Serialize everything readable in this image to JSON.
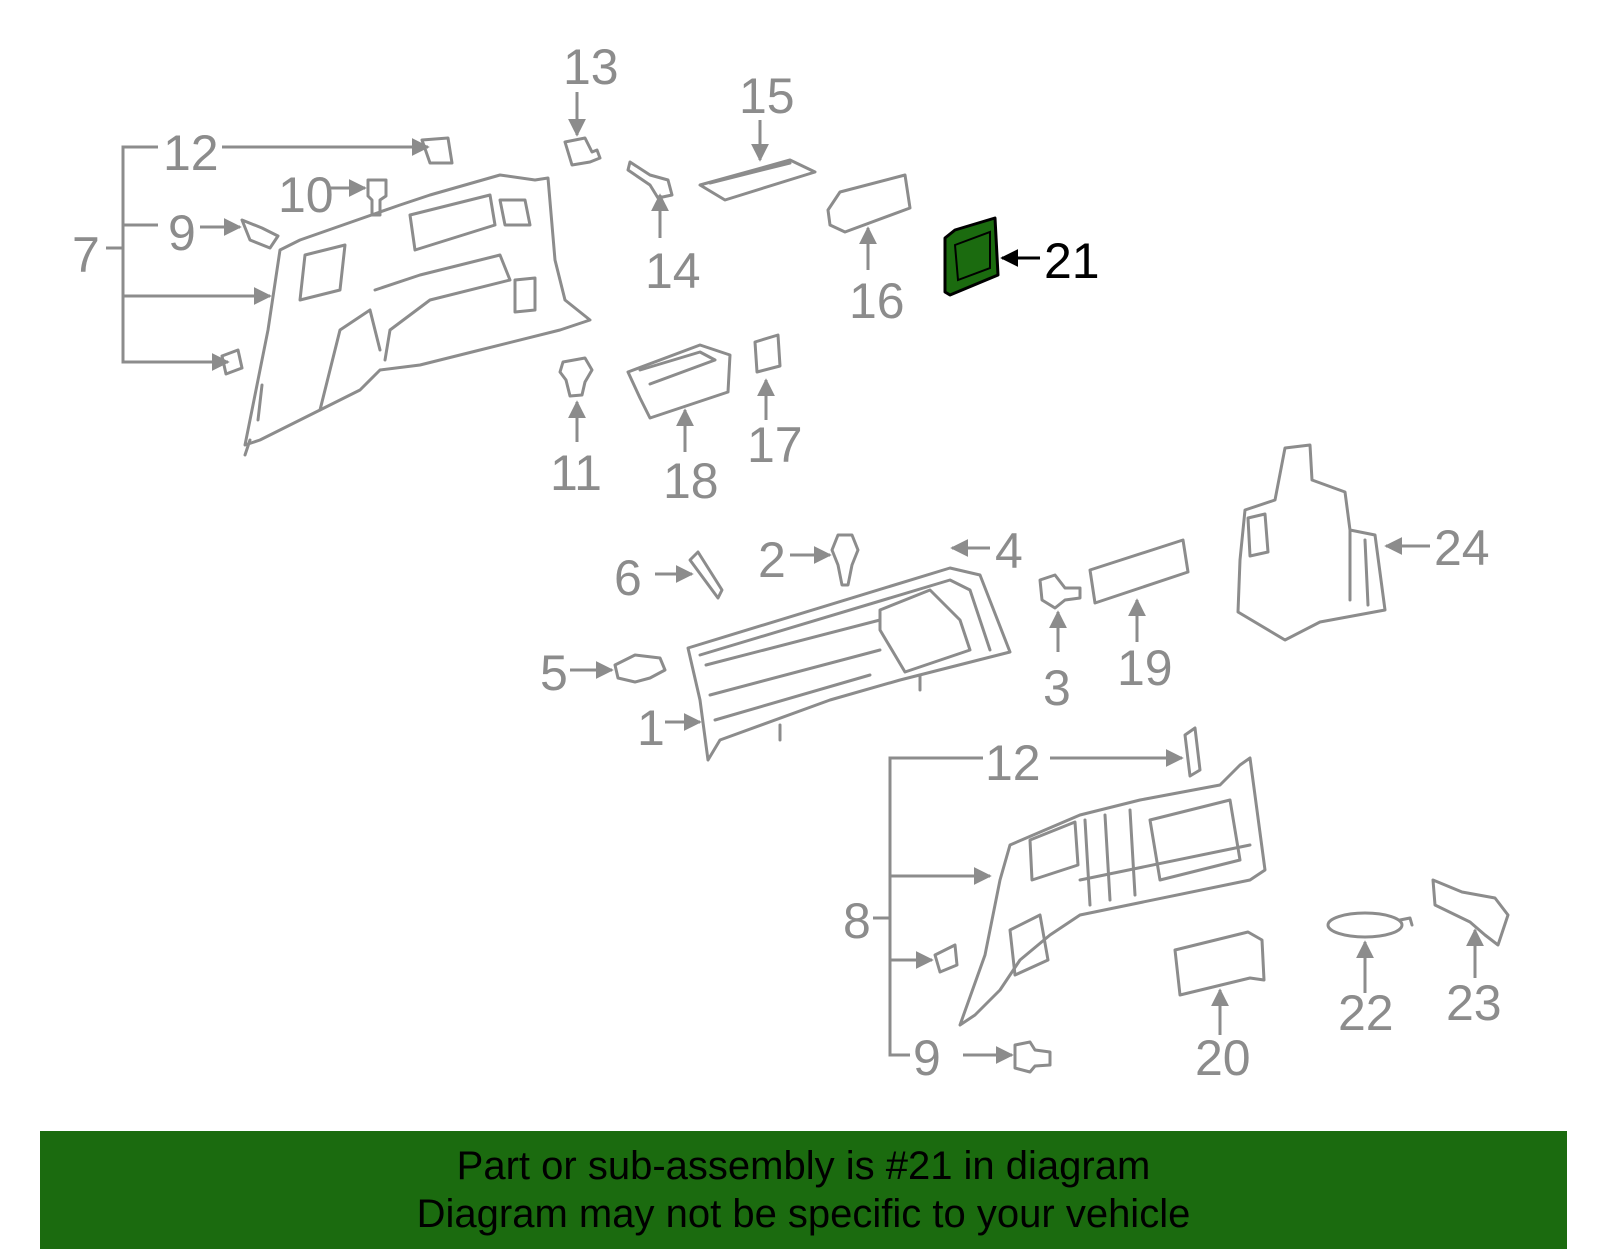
{
  "diagram": {
    "callouts": [
      "1",
      "2",
      "3",
      "4",
      "5",
      "6",
      "7",
      "8",
      "9",
      "9",
      "10",
      "11",
      "12",
      "12",
      "13",
      "14",
      "15",
      "16",
      "17",
      "18",
      "19",
      "20",
      "21",
      "22",
      "23",
      "24"
    ],
    "highlighted_callout": "21",
    "colors": {
      "highlight": "#1b6b0f",
      "part_line": "#8c8c8c",
      "highlight_text": "#000000",
      "banner": "#1b6b0f"
    }
  },
  "footer": {
    "line1": "Part or sub-assembly is #21 in diagram",
    "line2": "Diagram may not be specific to your vehicle"
  }
}
